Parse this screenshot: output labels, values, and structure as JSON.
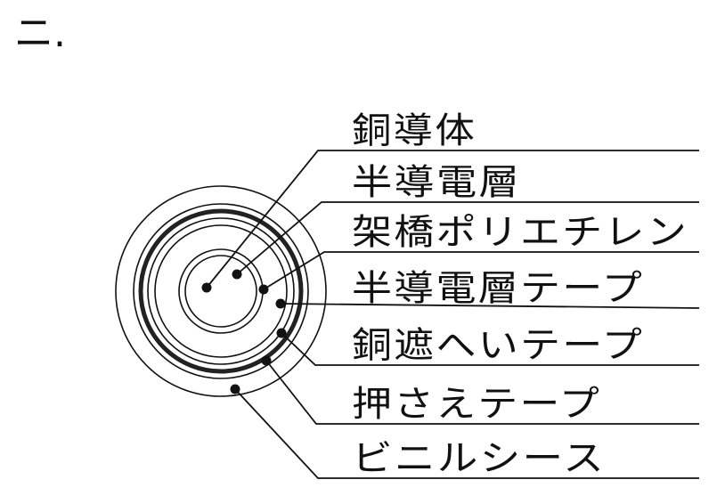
{
  "heading": "ニ.",
  "labels": [
    "銅導体",
    "半導電層",
    "架橋ポリエチレン",
    "半導電層テープ",
    "銅遮へいテープ",
    "押さえテープ",
    "ビニルシース"
  ]
}
